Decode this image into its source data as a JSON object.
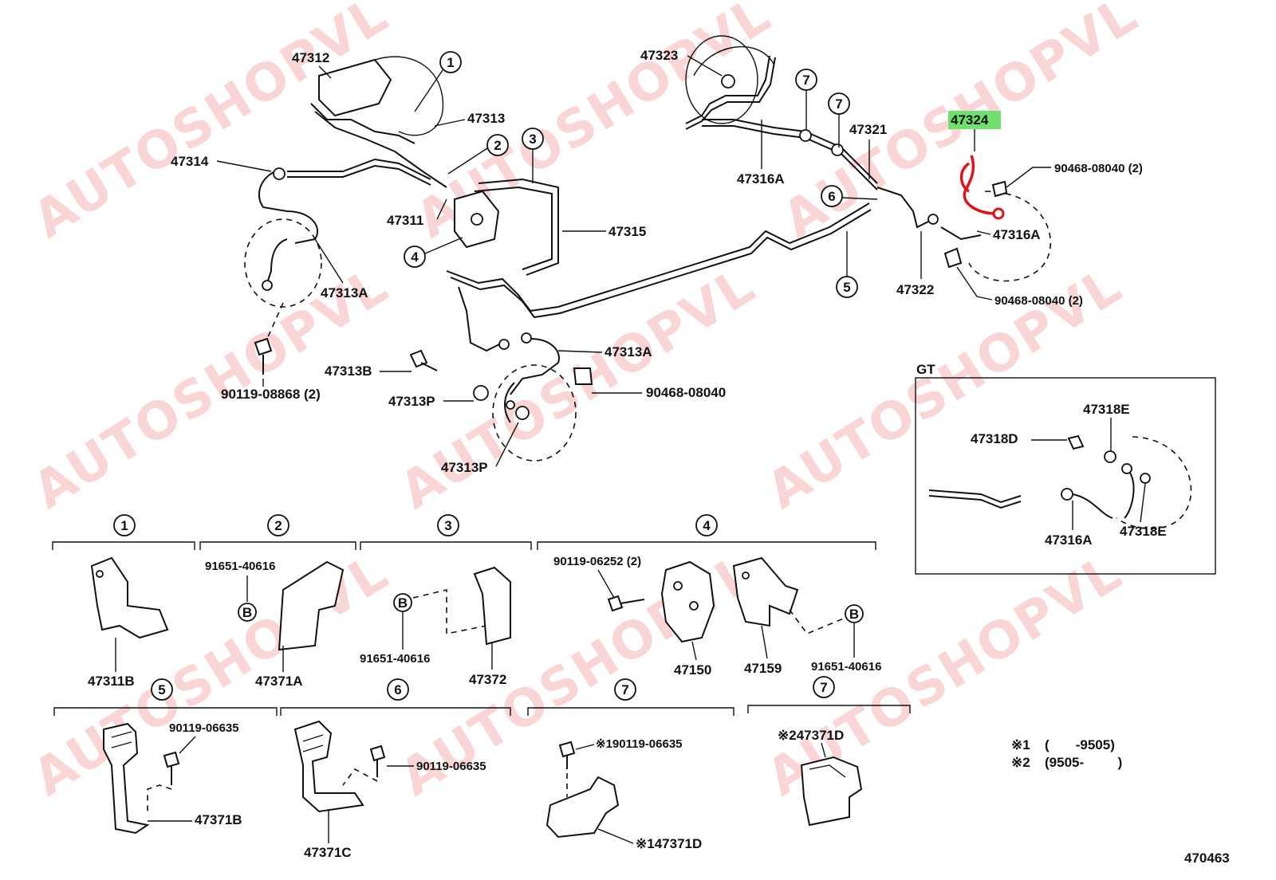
{
  "diagram_id": "470463",
  "highlighted_part": "47324",
  "watermark": "AUTOSHOPVL",
  "colors": {
    "highlight_box": "#6fe06f",
    "highlight_part": "#e0141a",
    "watermark": "#ef8a8a"
  },
  "main_labels": {
    "l47312": "47312",
    "l47313": "47313",
    "l47314": "47314",
    "l47311": "47311",
    "l47315": "47315",
    "l47313A_1": "47313A",
    "l47313A_2": "47313A",
    "l47313B": "47313B",
    "l47313P_1": "47313P",
    "l47313P_2": "47313P",
    "l90119_08868": "90119-08868 (2)",
    "l90468_08040_a": "90468-08040",
    "l47323": "47323",
    "l47321": "47321",
    "l47316A_1": "47316A",
    "l47316A_2": "47316A",
    "l47324": "47324",
    "l90468_08040_b": "90468-08040 (2)",
    "l90468_08040_c": "90468-08040 (2)",
    "l47322": "47322"
  },
  "callouts": {
    "c1": "1",
    "c2": "2",
    "c3": "3",
    "c4": "4",
    "c5": "5",
    "c6": "6",
    "c7": "7"
  },
  "gt_inset": {
    "title": "GT",
    "l47318E_1": "47318E",
    "l47318D": "47318D",
    "l47316A": "47316A",
    "l47318E_2": "47318E"
  },
  "detail_labels": {
    "d47311B": "47311B",
    "d91651_40616_a": "91651-40616",
    "d47371A": "47371A",
    "d91651_40616_b": "91651-40616",
    "d47372": "47372",
    "d90119_06252": "90119-06252 (2)",
    "d47150": "47150",
    "d47159": "47159",
    "d91651_40616_c": "91651-40616",
    "d90119_06635_a": "90119-06635",
    "d47371B": "47371B",
    "d90119_06635_b": "90119-06635",
    "d47371C": "47371C",
    "d90119_06635_c": "※190119-06635",
    "d47371D_a": "※147371D",
    "d47371D_b": "※247371D",
    "b": "B"
  },
  "notes": {
    "n1_mark": "※1",
    "n1_range": "(       -9505)",
    "n2_mark": "※2",
    "n2_range": "(9505-         )"
  }
}
